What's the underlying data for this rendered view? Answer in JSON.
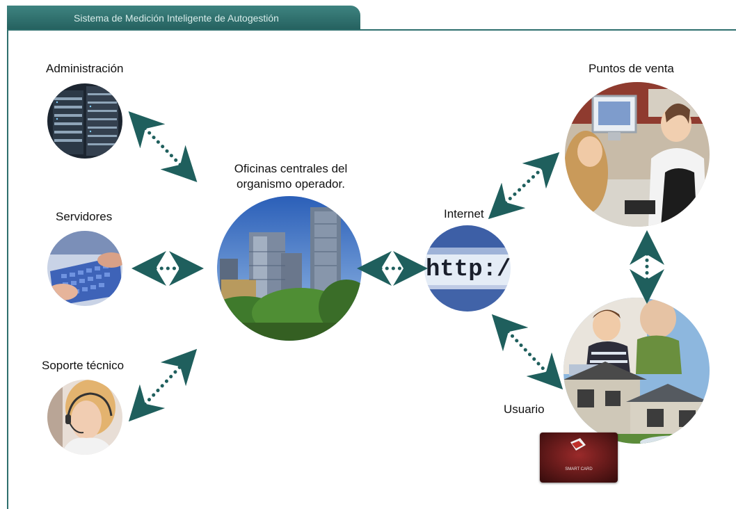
{
  "header": {
    "title": "Sistema de Medición Inteligente de Autogestión"
  },
  "nodes": {
    "administracion": "Administración",
    "servidores": "Servidores",
    "soporte": "Soporte técnico",
    "oficinas_line1": "Oficinas centrales del",
    "oficinas_line2": "organismo operador.",
    "internet": "Internet",
    "internet_text": "http:/",
    "puntos_venta": "Puntos de venta",
    "usuario": "Usuario",
    "smart_card": "SMART CARD"
  },
  "colors": {
    "accent": "#2e6f6d",
    "arrow": "#1f5f5d"
  },
  "icons": [
    "server-rack-photo",
    "keyboard-photo",
    "headset-operator-photo",
    "city-buildings-photo",
    "browser-url-photo",
    "point-of-sale-photo",
    "family-house-photo",
    "smart-card-photo",
    "double-arrow-icon"
  ]
}
